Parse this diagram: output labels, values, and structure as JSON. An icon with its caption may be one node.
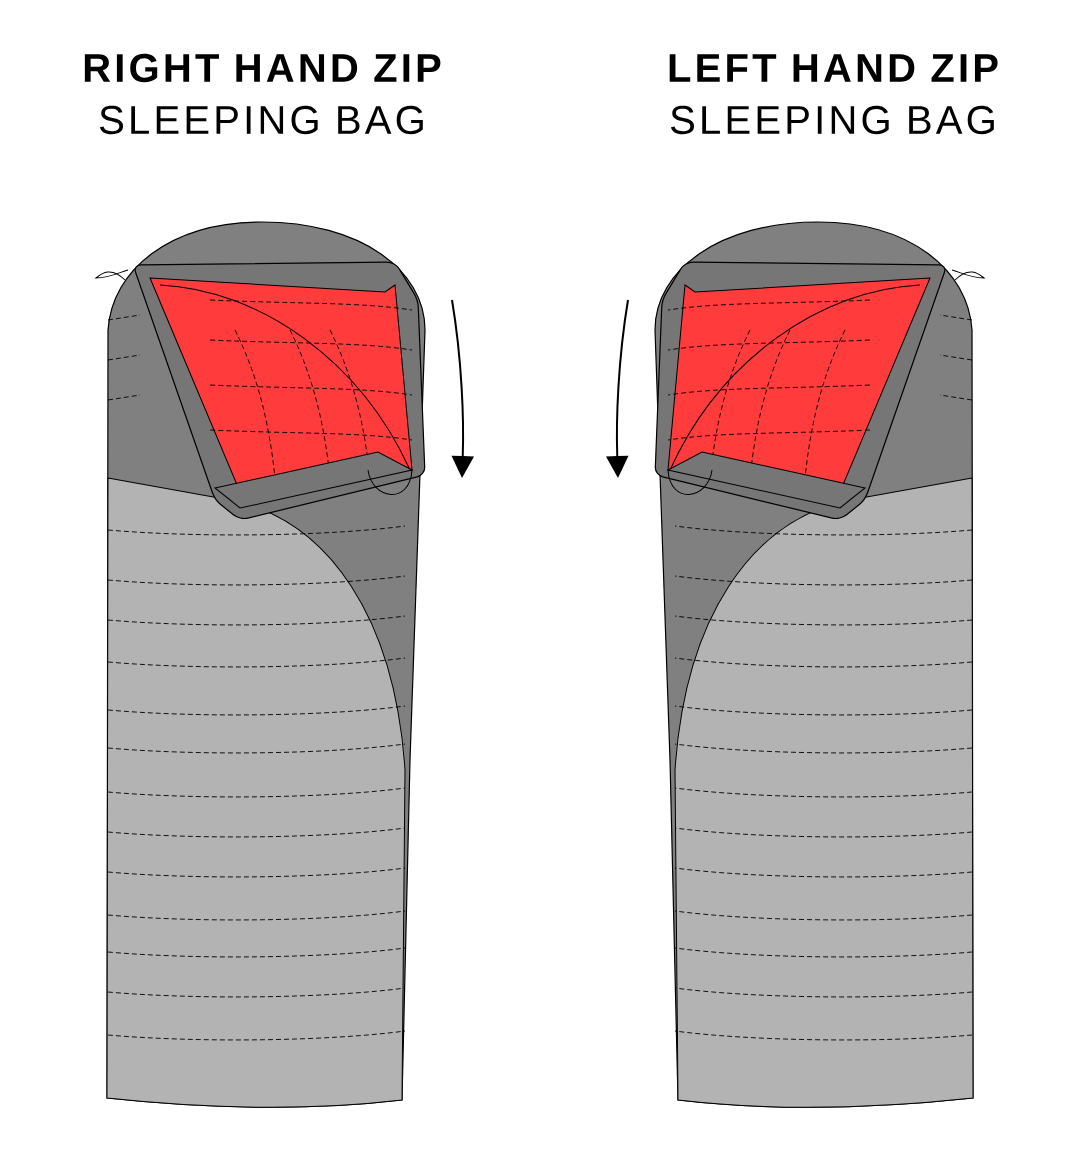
{
  "diagram": {
    "labels": [
      "RIGHT HAND ZIP",
      "SLEEPING BAG",
      "LEFT HAND ZIP",
      "SLEEPING BAG"
    ]
  }
}
